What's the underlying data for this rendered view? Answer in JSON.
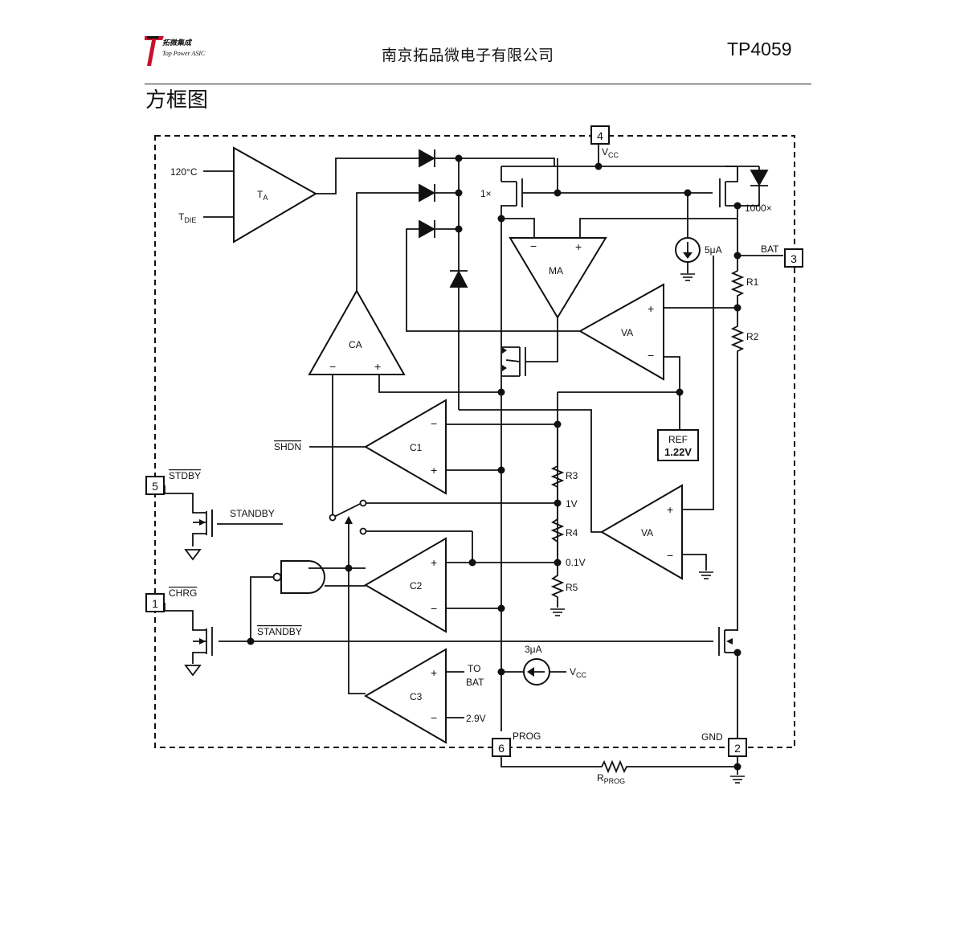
{
  "header": {
    "logo_cn": "拓微集成",
    "logo_en": "Top Power ASIC",
    "company": "南京拓品微电子有限公司",
    "part_number": "TP4059"
  },
  "section_title": "方框图",
  "diagram": {
    "pins": {
      "vcc": "4",
      "bat": "3",
      "stdby": "5",
      "chrg": "1",
      "prog": "6",
      "gnd": "2"
    },
    "labels": {
      "temp": "120°C",
      "tdie_main": "T",
      "tdie_sub": "DIE",
      "ta_main": "T",
      "ta_sub": "A",
      "vcc_main": "V",
      "vcc_sub": "CC",
      "ratio_1x": "1×",
      "ratio_1000x": "1000×",
      "i5ua": "5μA",
      "bat": "BAT",
      "r1": "R1",
      "r2": "R2",
      "ma": "MA",
      "va": "VA",
      "va2": "VA",
      "ca": "CA",
      "ref_line1": "REF",
      "ref_line2": "1.22V",
      "shdn": "SHDN",
      "c1": "C1",
      "c2": "C2",
      "c3": "C3",
      "r3": "R3",
      "r4": "R4",
      "r5": "R5",
      "v1": "1V",
      "v01": "0.1V",
      "stdby": "STDBY",
      "standby": "STANDBY",
      "standby_bar": "STANDBY",
      "chrg": "CHRG",
      "i3ua": "3μA",
      "vcc2_main": "V",
      "vcc2_sub": "CC",
      "to": "TO",
      "to_bat": "BAT",
      "v29": "2.9V",
      "prog": "PROG",
      "gnd": "GND",
      "rprog_main": "R",
      "rprog_sub": "PROG"
    }
  }
}
